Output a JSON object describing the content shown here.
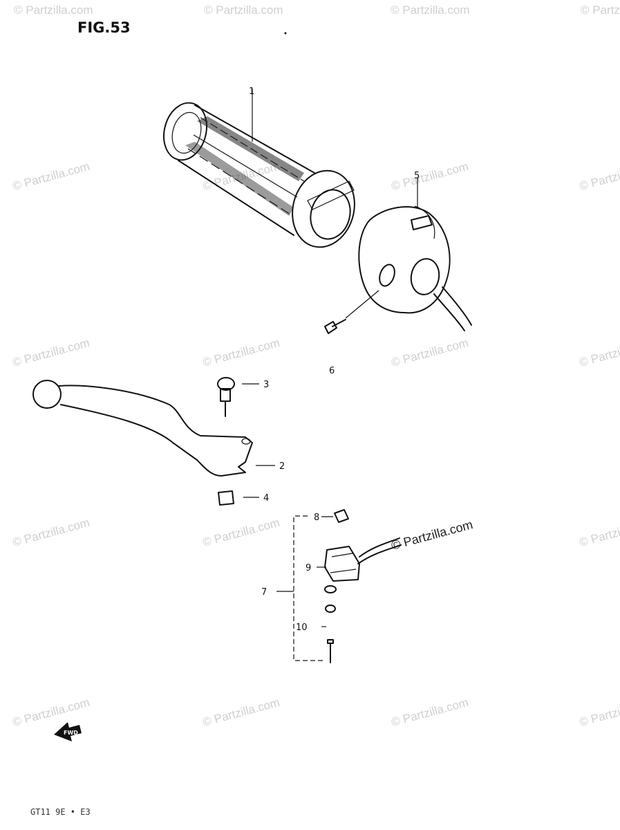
{
  "figure": {
    "title": "FIG.53",
    "footer_code": "GT11 9E • E3"
  },
  "watermark": {
    "text": "© Partzilla.com",
    "highlight_text": "© Partzilla.com"
  },
  "callouts": {
    "p1": "1",
    "p2": "2",
    "p3": "3",
    "p4": "4",
    "p5": "5",
    "p6": "6",
    "p7": "7",
    "p8": "8",
    "p9": "9",
    "p10": "10"
  },
  "direction_marker": {
    "label": "FWD",
    "icon": "forward-arrow-icon"
  },
  "colors": {
    "ink": "#111111",
    "watermark": "#cfcfcf"
  }
}
